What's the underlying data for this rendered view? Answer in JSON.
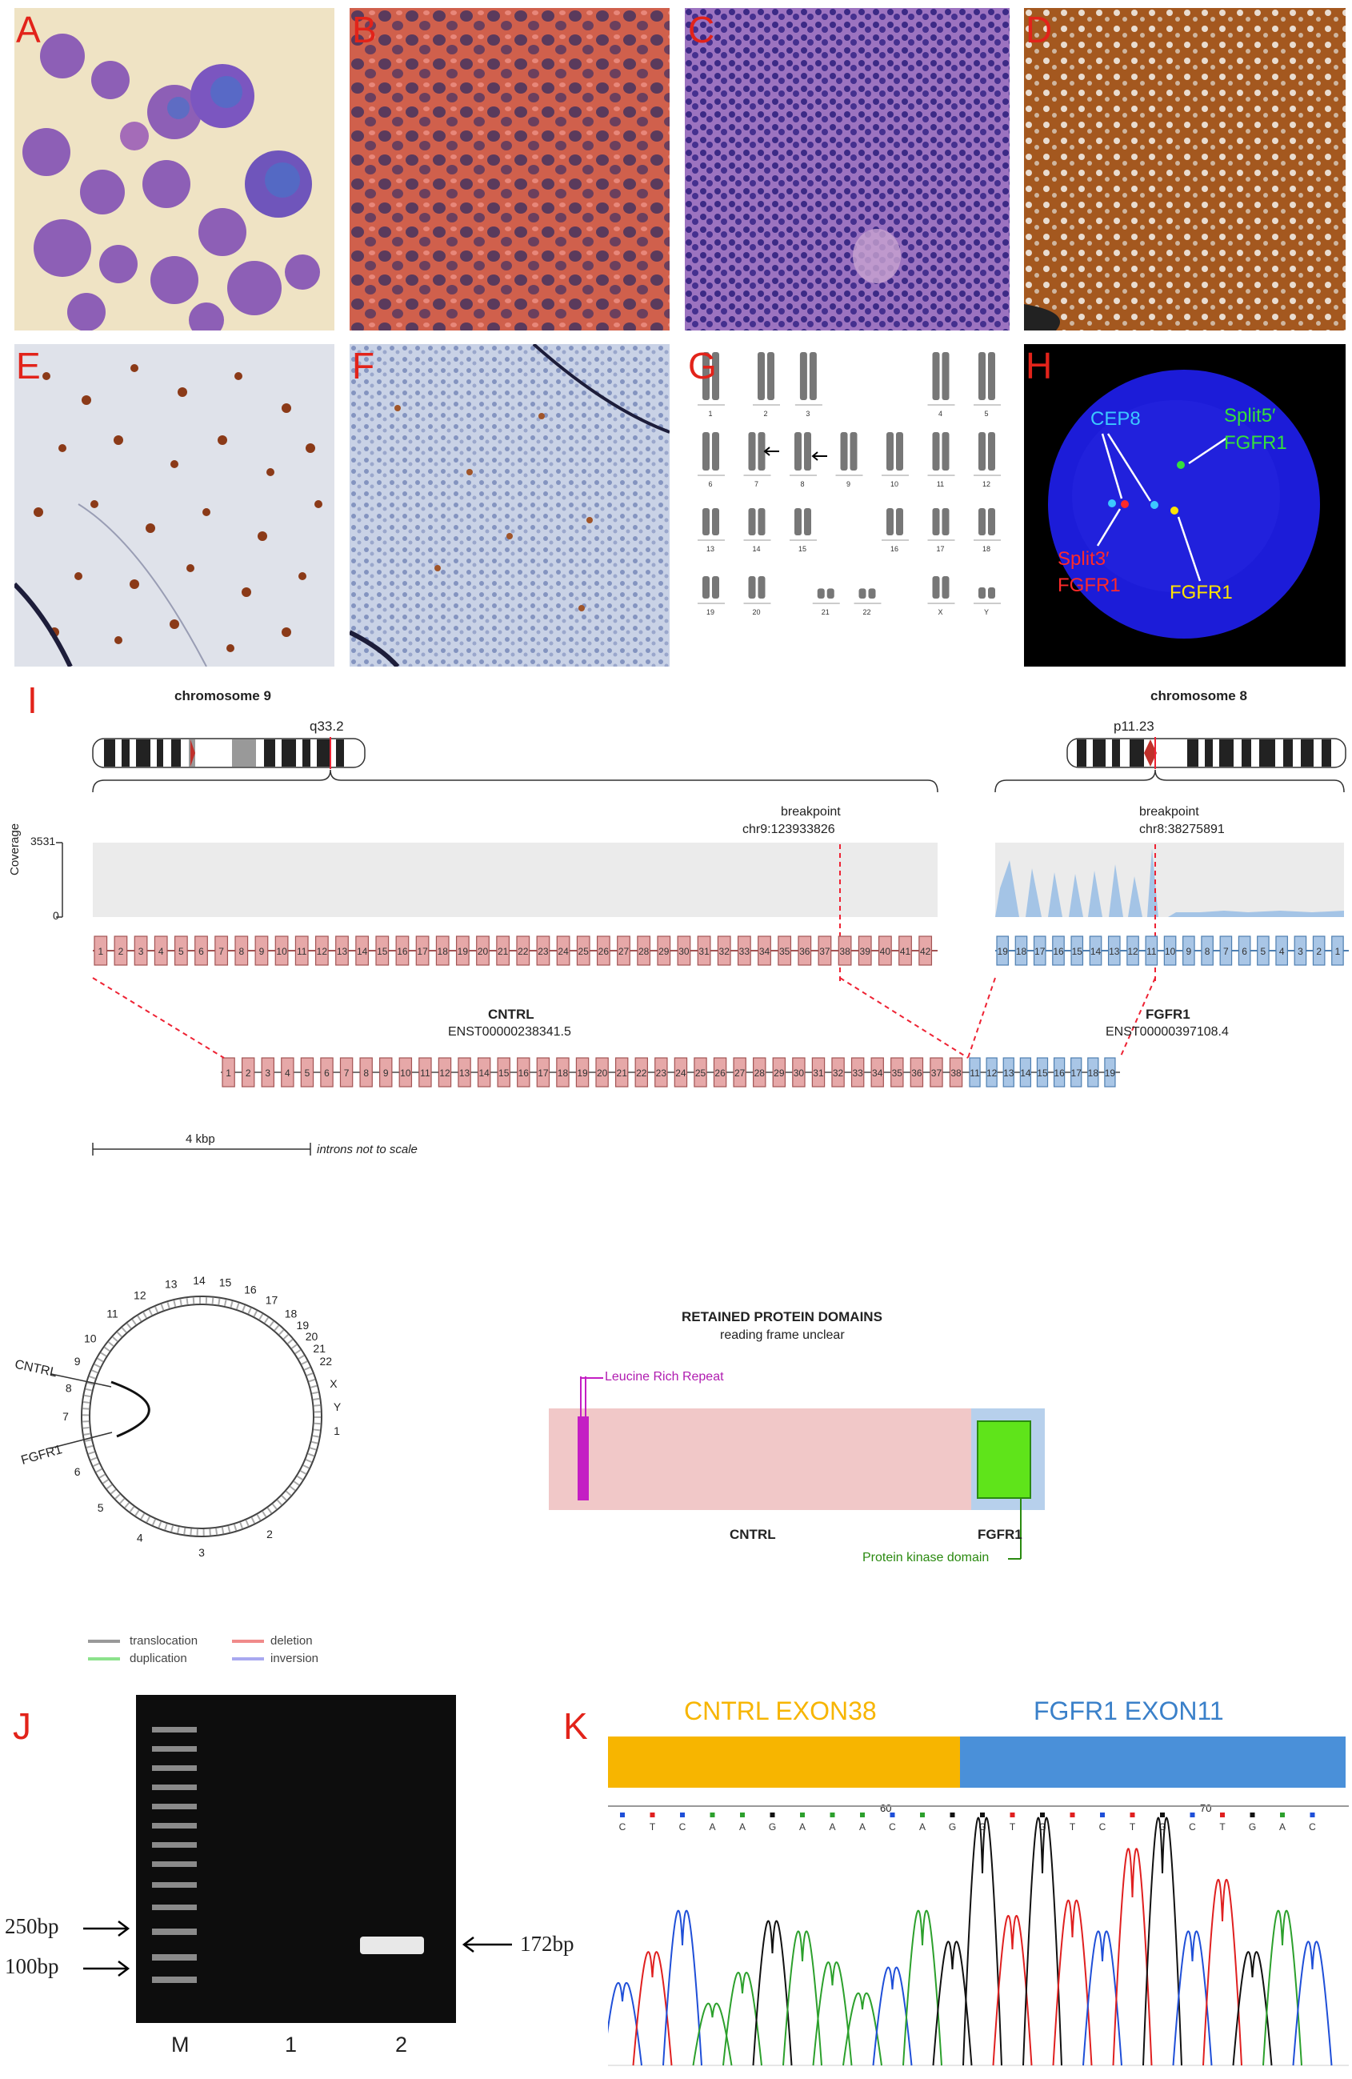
{
  "panels": {
    "A": {
      "label": "A"
    },
    "B": {
      "label": "B"
    },
    "C": {
      "label": "C"
    },
    "D": {
      "label": "D"
    },
    "E": {
      "label": "E"
    },
    "F": {
      "label": "F"
    },
    "G": {
      "label": "G",
      "chromosomes": [
        "1",
        "2",
        "3",
        "4",
        "5",
        "6",
        "7",
        "8",
        "9",
        "10",
        "11",
        "12",
        "13",
        "14",
        "15",
        "16",
        "17",
        "18",
        "19",
        "20",
        "21",
        "22",
        "X",
        "Y"
      ]
    },
    "H": {
      "label": "H",
      "probes": {
        "cep8": "CEP8",
        "split5": "Split5′",
        "split5_gene": "FGFR1",
        "split3": "Split3′",
        "split3_gene": "FGFR1",
        "fusion": "FGFR1"
      }
    },
    "I": {
      "label": "I",
      "chr9": {
        "title": "chromosome 9",
        "band": "q33.2",
        "breakpoint_label": "breakpoint",
        "breakpoint": "chr9:123933826"
      },
      "chr8": {
        "title": "chromosome 8",
        "band": "p11.23",
        "breakpoint_label": "breakpoint",
        "breakpoint": "chr8:38275891"
      },
      "coverage": {
        "axis_label": "Coverage",
        "max": "3531",
        "min": "0"
      },
      "cntrl": {
        "gene": "CNTRL",
        "transcript": "ENST00000238341.5"
      },
      "fgfr1": {
        "gene": "FGFR1",
        "transcript": "ENST00000397108.4"
      },
      "scale": {
        "label": "4 kbp",
        "note": "introns not to scale"
      },
      "circos": {
        "gene_a": "CNTRL",
        "gene_b": "FGFR1",
        "chrom_labels": [
          "1",
          "2",
          "3",
          "4",
          "5",
          "6",
          "7",
          "8",
          "9",
          "10",
          "11",
          "12",
          "13",
          "14",
          "15",
          "16",
          "17",
          "18",
          "19",
          "20",
          "21",
          "22",
          "X",
          "Y"
        ]
      },
      "domains": {
        "title": "RETAINED PROTEIN DOMAINS",
        "subtitle": "reading frame unclear",
        "lrr": "Leucine Rich Repeat",
        "kinase": "Protein kinase domain",
        "left_gene": "CNTRL",
        "right_gene": "FGFR1"
      },
      "legend": {
        "translocation": "translocation",
        "duplication": "duplication",
        "deletion": "deletion",
        "inversion": "inversion"
      }
    },
    "J": {
      "label": "J",
      "marker_250": "250bp",
      "marker_100": "100bp",
      "product": "172bp",
      "lanes": [
        "M",
        "1",
        "2"
      ]
    },
    "K": {
      "label": "K",
      "left_exon": "CNTRL EXON38",
      "right_exon": "FGFR1 EXON11",
      "tick_60": "60",
      "tick_70": "70",
      "sequence": [
        "C",
        "T",
        "C",
        "A",
        "A",
        "G",
        "A",
        "A",
        "A",
        "C",
        "A",
        "G",
        "G",
        "T",
        "G",
        "T",
        "C",
        "T",
        "G",
        "C",
        "T",
        "G",
        "A",
        "C"
      ]
    }
  },
  "colors": {
    "label_red": "#e2231a",
    "cntrl_exon": "#e6a8a8",
    "fgfr1_exon": "#a9c6e6",
    "k_orange": "#f7b500",
    "k_blue": "#4a90d9"
  }
}
